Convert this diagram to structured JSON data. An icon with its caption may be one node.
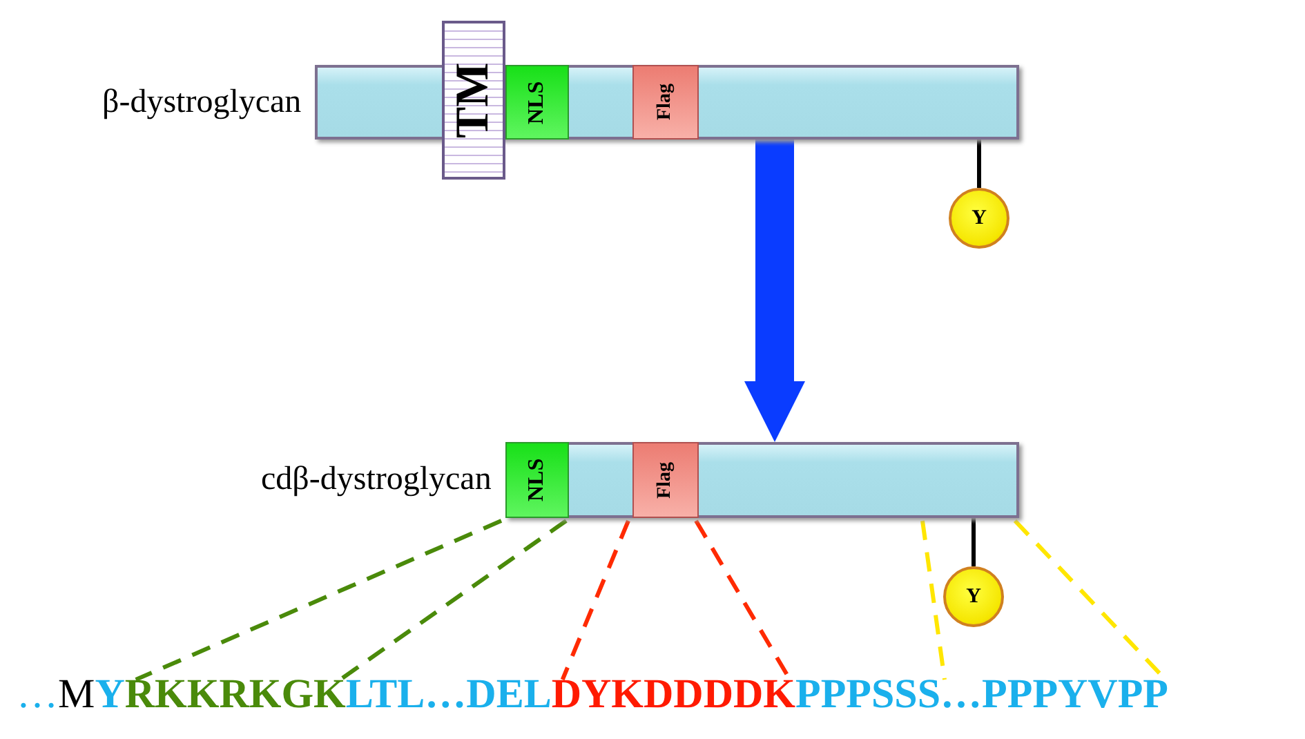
{
  "diagram": {
    "nodes": [
      {
        "text": [],
        "shape": "bar",
        "beside": [
          "β-dystroglycan"
        ]
      },
      {
        "text": [
          "TM"
        ]
      },
      {
        "text": [
          "NLS"
        ],
        "in": 0
      },
      {
        "text": [
          "Flag"
        ],
        "in": 0
      },
      {
        "text": [
          "Y"
        ]
      },
      {
        "text": [],
        "shape": "bar",
        "beside": [
          "cdβ-dystroglycan"
        ]
      },
      {
        "text": [
          "NLS"
        ],
        "in": 5
      },
      {
        "text": [
          "Flag"
        ],
        "in": 5
      },
      {
        "text": [
          "Y"
        ]
      },
      {
        "text": [
          "…"
        ]
      },
      {
        "text": [
          "M"
        ]
      },
      {
        "text": [
          "Y"
        ]
      },
      {
        "text": [
          "RKKRKGK"
        ]
      },
      {
        "text": [
          "LTL…DEL"
        ]
      },
      {
        "text": [
          "DYKDDDDK"
        ]
      },
      {
        "text": [
          "PPPSSS…PPPYVPP"
        ]
      }
    ],
    "edges": [
      {
        "from": 0,
        "to": 4,
        "arrow": "none"
      },
      {
        "from": 0,
        "to": 5,
        "arrow": "to",
        "style": "thick",
        "color": "#0a3cff"
      },
      {
        "from": 5,
        "to": 8,
        "arrow": "none"
      },
      {
        "from": 6,
        "to": 12,
        "arrow": "none",
        "style": "dashed",
        "color": "#4a8a0a"
      },
      {
        "from": 6,
        "to": 12,
        "arrow": "none",
        "style": "dashed",
        "color": "#4a8a0a"
      },
      {
        "from": 7,
        "to": 14,
        "arrow": "none",
        "style": "dashed",
        "color": "#ff2a00"
      },
      {
        "from": 7,
        "to": 14,
        "arrow": "none",
        "style": "dashed",
        "color": "#ff2a00"
      },
      {
        "from": 5,
        "to": 15,
        "arrow": "none",
        "style": "dashed",
        "color": "#ffe600"
      },
      {
        "from": 5,
        "to": 15,
        "arrow": "none",
        "style": "dashed",
        "color": "#ffe600"
      }
    ]
  }
}
